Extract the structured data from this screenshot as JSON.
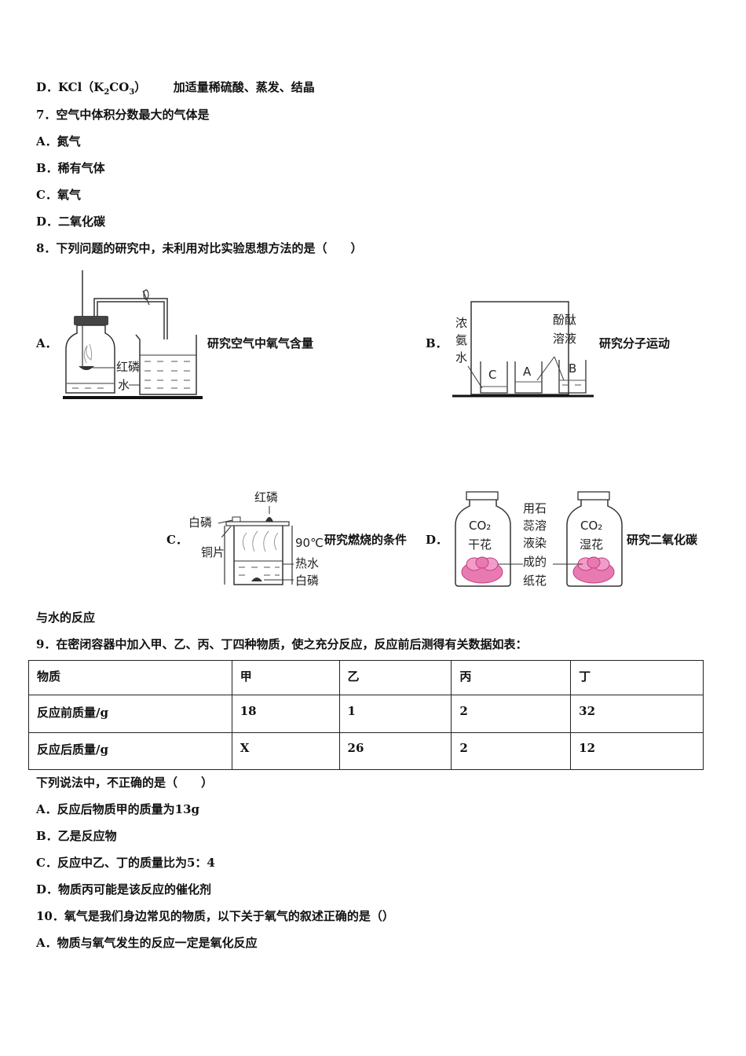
{
  "lines": {
    "l1_prefix": "D．KCl（K",
    "l1_sub1": "2",
    "l1_mid": "CO",
    "l1_sub2": "3",
    "l1_suffix": "）",
    "l1_method": "加适量稀硫酸、蒸发、结晶",
    "q7": "7．空气中体积分数最大的气体是",
    "q7a": "A．氮气",
    "q7b": "B．稀有气体",
    "q7c": "C．氧气",
    "q7d": "D．二氧化碳",
    "q8": "8．下列问题的研究中，未利用对比实验思想方法的是（　　）",
    "q8_cont": "与水的反应",
    "q9": "9．在密闭容器中加入甲、乙、丙、丁四种物质，使之充分反应，反应前后测得有关数据如表：",
    "q9_stem": "下列说法中，不正确的是（　　）",
    "q9a": "A．反应后物质甲的质量为13g",
    "q9b": "B．乙是反应物",
    "q9c": "C．反应中乙、丁的质量比为5：4",
    "q9d": "D．物质丙可能是该反应的催化剂",
    "q10": "10．氧气是我们身边常见的物质，以下关于氧气的叙述正确的是（）",
    "q10a": "A．物质与氧气发生的反应一定是氧化反应"
  },
  "options8": {
    "a_label": "A．",
    "a_caption": "研究空气中氧气含量",
    "b_label": "B．",
    "b_caption": "研究分子运动",
    "c_label": "C．",
    "c_caption": "研究燃烧的条件",
    "d_label": "D．",
    "d_caption": "研究二氧化碳"
  },
  "figA": {
    "red_p": "红磷",
    "water": "水"
  },
  "figB": {
    "ammonia": [
      "浓",
      "氨",
      "水"
    ],
    "phenol": [
      "酚酞",
      "溶液"
    ],
    "beaker_c": "C",
    "beaker_a": "A",
    "beaker_b": "B"
  },
  "figC": {
    "red_p": "红磷",
    "white_p_top": "白磷",
    "copper": "铜片",
    "temp": "90℃",
    "hot_water": "热水",
    "white_p_bottom": "白磷"
  },
  "figD": {
    "co2_left": "CO₂",
    "dry_flower": "干花",
    "co2_right": "CO₂",
    "wet_flower": "湿花",
    "note": [
      "用石",
      "蕊溶",
      "液染",
      "成的",
      "纸花"
    ]
  },
  "table": {
    "headers": [
      "物质",
      "甲",
      "乙",
      "丙",
      "丁"
    ],
    "rows": [
      [
        "反应前质量/g",
        "18",
        "1",
        "2",
        "32"
      ],
      [
        "反应后质量/g",
        "X",
        "26",
        "2",
        "12"
      ]
    ]
  },
  "colors": {
    "flower": "#e87ab2",
    "flower_dark": "#c2407f",
    "text": "#111111"
  }
}
